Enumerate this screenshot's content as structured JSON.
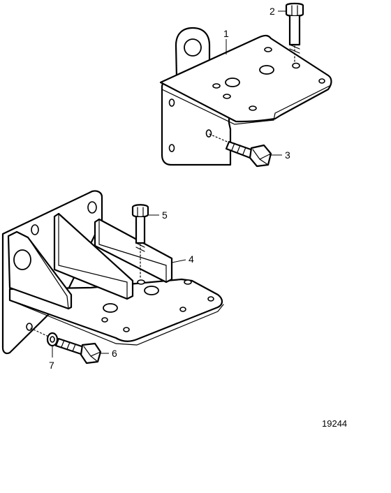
{
  "diagram": {
    "callouts": [
      {
        "id": "1",
        "label": "1"
      },
      {
        "id": "2",
        "label": "2"
      },
      {
        "id": "3",
        "label": "3"
      },
      {
        "id": "4",
        "label": "4"
      },
      {
        "id": "5",
        "label": "5"
      },
      {
        "id": "6",
        "label": "6"
      },
      {
        "id": "7",
        "label": "7"
      }
    ],
    "reference_number": "19244"
  }
}
